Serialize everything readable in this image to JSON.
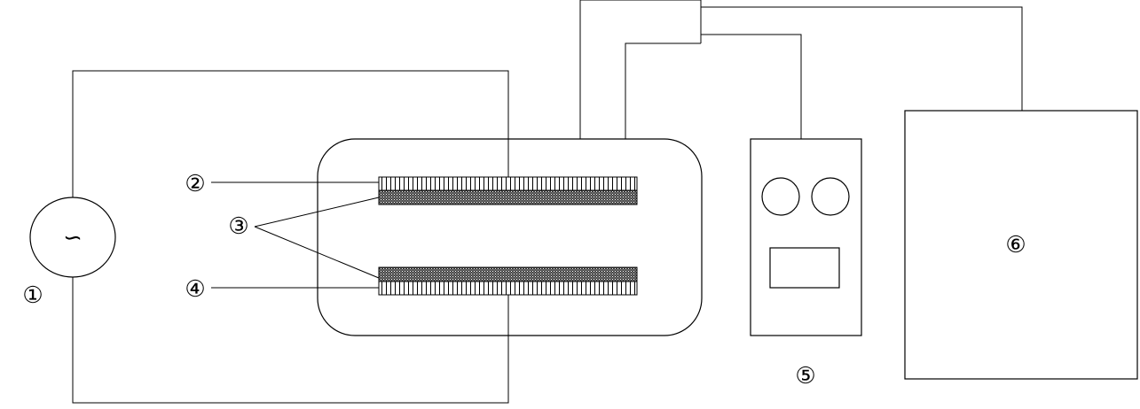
{
  "labels": {
    "ac_source": "①",
    "electrode_top": "②",
    "dielectric": "③",
    "electrode_bottom": "④",
    "meter": "⑤",
    "analyzer": "⑥"
  },
  "ac_symbol": "∽",
  "icons": {
    "ac_source": "ac-source-icon"
  },
  "colors": {
    "line": "#000000",
    "background": "#ffffff"
  }
}
